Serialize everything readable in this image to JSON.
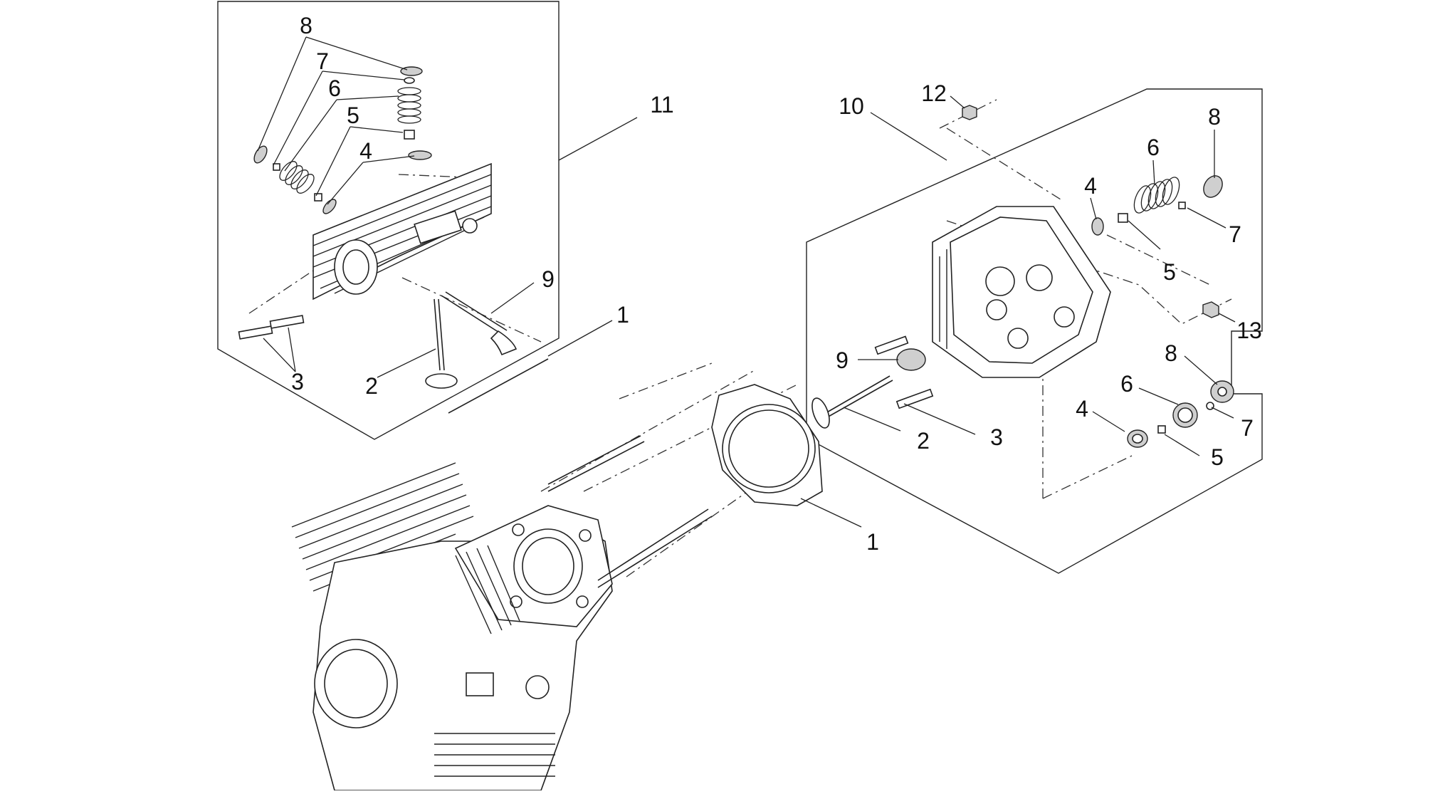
{
  "diagram": {
    "colors": {
      "ink": "#222222",
      "background": "#ffffff",
      "part_fill": "#cfcfcf"
    },
    "callouts": [
      {
        "id": "left-8",
        "label": "8"
      },
      {
        "id": "left-7",
        "label": "7"
      },
      {
        "id": "left-6",
        "label": "6"
      },
      {
        "id": "left-5",
        "label": "5"
      },
      {
        "id": "left-4",
        "label": "4"
      },
      {
        "id": "left-11",
        "label": "11"
      },
      {
        "id": "left-9",
        "label": "9"
      },
      {
        "id": "left-1",
        "label": "1"
      },
      {
        "id": "left-2",
        "label": "2"
      },
      {
        "id": "left-3",
        "label": "3"
      },
      {
        "id": "right-12",
        "label": "12"
      },
      {
        "id": "right-10",
        "label": "10"
      },
      {
        "id": "right-8a",
        "label": "8"
      },
      {
        "id": "right-6a",
        "label": "6"
      },
      {
        "id": "right-4a",
        "label": "4"
      },
      {
        "id": "right-7a",
        "label": "7"
      },
      {
        "id": "right-5a",
        "label": "5"
      },
      {
        "id": "right-13",
        "label": "13"
      },
      {
        "id": "right-9",
        "label": "9"
      },
      {
        "id": "right-8b",
        "label": "8"
      },
      {
        "id": "right-6b",
        "label": "6"
      },
      {
        "id": "right-4b",
        "label": "4"
      },
      {
        "id": "right-7b",
        "label": "7"
      },
      {
        "id": "right-2",
        "label": "2"
      },
      {
        "id": "right-3",
        "label": "3"
      },
      {
        "id": "right-5b",
        "label": "5"
      },
      {
        "id": "gasket-1",
        "label": "1"
      }
    ]
  }
}
